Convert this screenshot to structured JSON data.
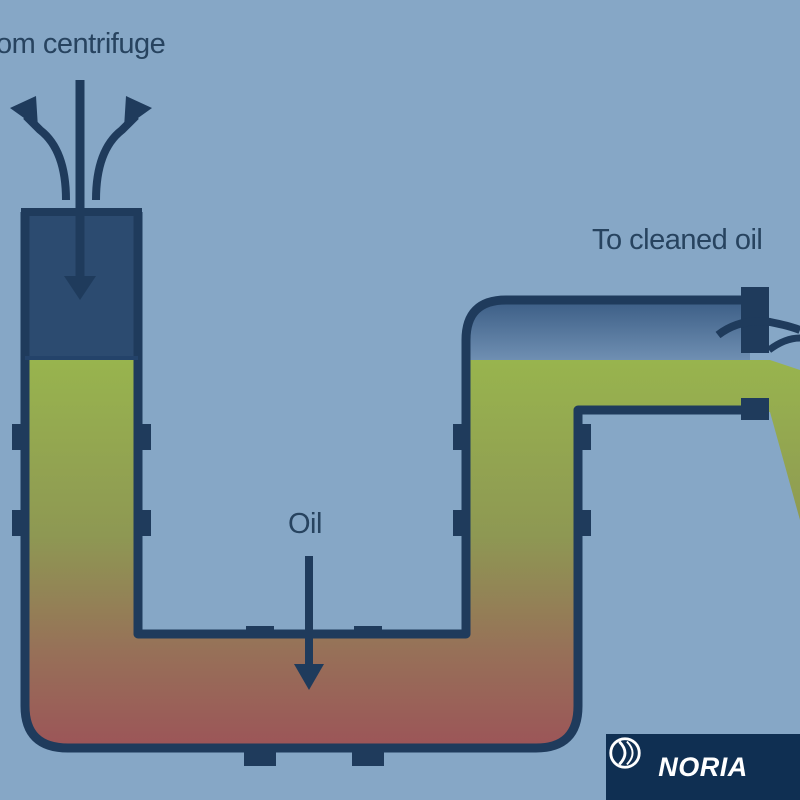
{
  "labels": {
    "from_centrifuge": "om centrifuge",
    "to_cleaned_oil": "To cleaned oil",
    "oil": "Oil"
  },
  "logo": {
    "text": "NORIA"
  },
  "colors": {
    "background": "#86a7c6",
    "outline": "#1f3b5c",
    "gas_fill": "#2c4b70",
    "oil_top": "#97b34e",
    "oil_mid": "#8c8a56",
    "oil_bottom": "#9a5658",
    "logo_bg": "#0f2f52"
  },
  "icons": [
    "arrow-down-icon",
    "curved-arrow-left-icon",
    "curved-arrow-right-icon",
    "noria-logo-icon"
  ]
}
